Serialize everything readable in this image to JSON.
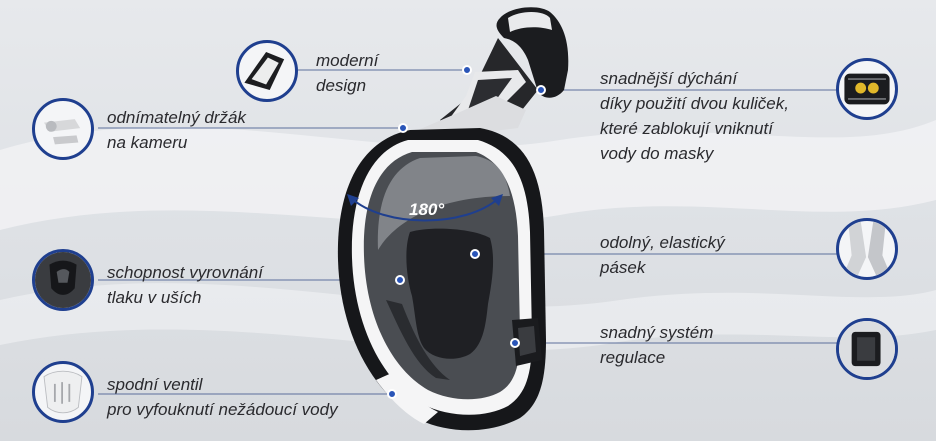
{
  "features": {
    "design": [
      "moderní",
      "design"
    ],
    "camera_mount": [
      "odnímatelný držák",
      "na kameru"
    ],
    "pressure": [
      "schopnost vyrovnání",
      "tlaku v uších"
    ],
    "valve": [
      "spodní ventil",
      "pro vyfouknutí nežádoucí vody"
    ],
    "breathing": [
      "snadnější dýchání",
      "díky použití dvou kuliček,",
      "které zablokují vniknutí",
      "vody do masky"
    ],
    "strap": [
      "odolný, elastický",
      "pásek"
    ],
    "regulation": [
      "snadný systém",
      "regulace"
    ]
  },
  "angle_label": "180°",
  "colors": {
    "accent": "#1f3f8f",
    "dot": "#2a55b8",
    "mask_frame": "#ffffff",
    "mask_body": "#1d1f22"
  },
  "icons": [
    "design-detail-icon",
    "camera-mount-icon",
    "pressure-nose-icon",
    "valve-icon",
    "breathing-balls-icon",
    "strap-icon",
    "buckle-icon"
  ]
}
